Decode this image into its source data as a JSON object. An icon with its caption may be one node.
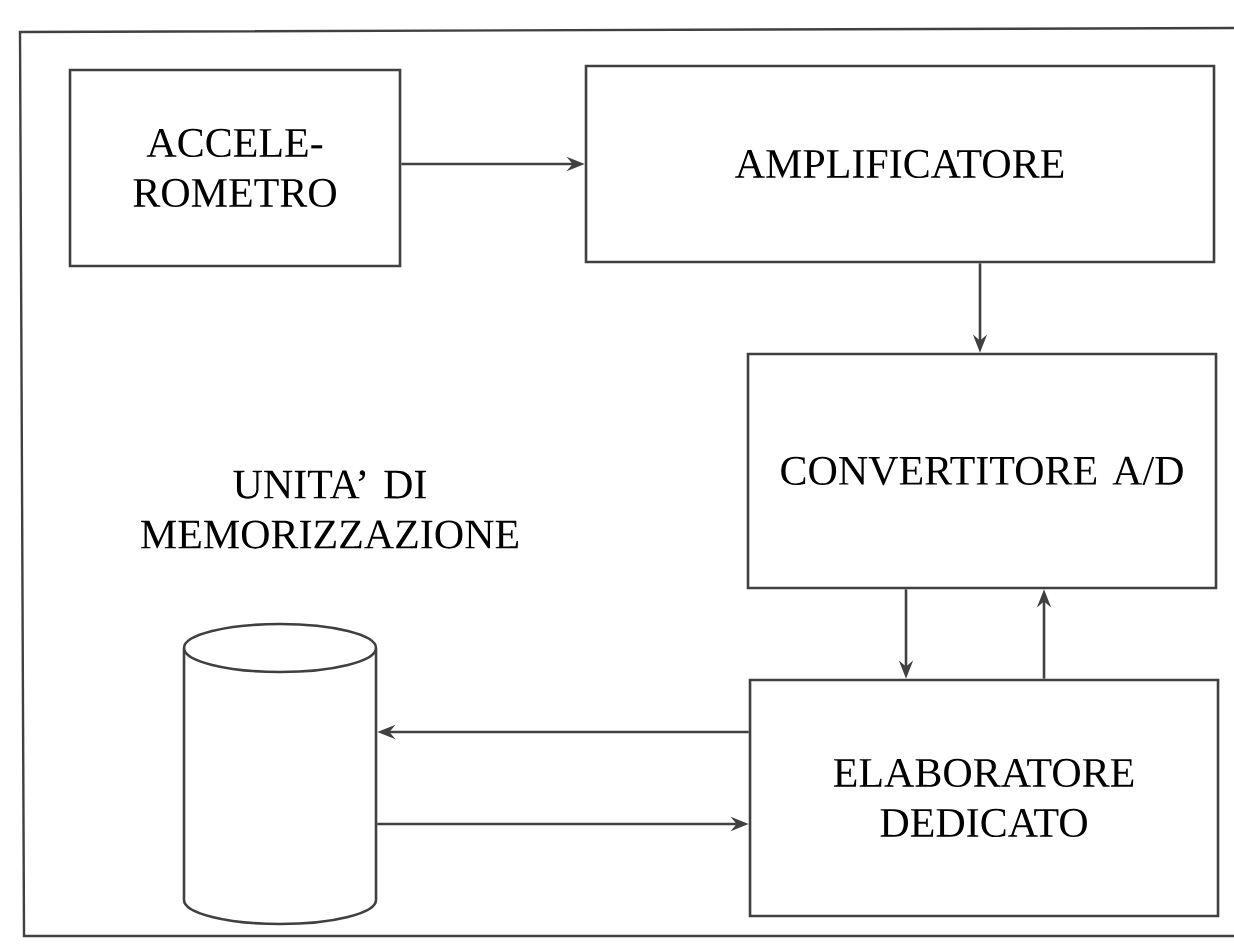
{
  "diagram": {
    "nodes": [
      {
        "text": [
          "ACCELE- ROMETRO"
        ]
      },
      {
        "text": [
          "AMPLIFICATORE"
        ]
      },
      {
        "text": [
          "CONVERTITORE A/D"
        ]
      },
      {
        "text": [
          "ELABORATORE DEDICATO"
        ]
      },
      {
        "text": [
          "UNITA’ DI MEMORIZZAZIONE"
        ]
      }
    ],
    "edges": [
      {
        "from": 0,
        "to": 1,
        "arrow": "to"
      },
      {
        "from": 1,
        "to": 2,
        "arrow": "to"
      },
      {
        "from": 2,
        "to": 3,
        "arrow": "to"
      },
      {
        "from": 3,
        "to": 2,
        "arrow": "to"
      },
      {
        "from": 3,
        "to": 4,
        "arrow": "to"
      },
      {
        "from": 4,
        "to": 3,
        "arrow": "to"
      }
    ]
  }
}
